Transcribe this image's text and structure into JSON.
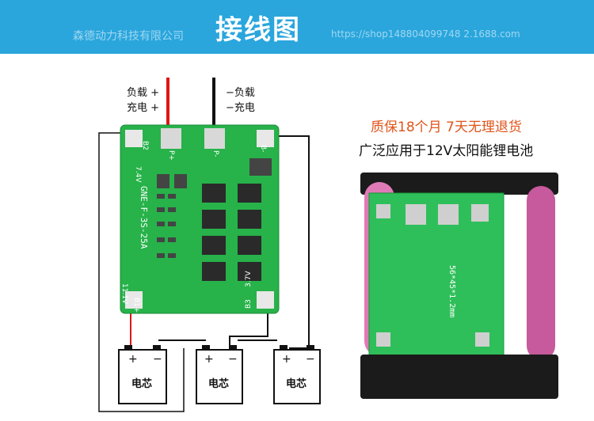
{
  "banner": {
    "company": "森德动力科技有限公司",
    "title": "接线图",
    "url": "https://shop148804099748 2.1688.com"
  },
  "wiring": {
    "pos_load": "负载 +",
    "pos_charge": "充电 +",
    "neg_load": "−负载",
    "neg_charge": "−充电",
    "cell_label": "电芯"
  },
  "pcb_silkscreen": {
    "model": "GNE-F-3S-25A",
    "b2": "B2",
    "b3": "B3",
    "b1": "B1+",
    "bminus": "B-",
    "pplus": "P+",
    "pminus": "P-",
    "v74": "7.4V",
    "v111": "11.1V",
    "v37": "3.7V"
  },
  "product": {
    "promo": "质保18个月  7天无理退货",
    "use": "广泛应用于12V太阳能锂电池",
    "board_text": "56*45*1.2mm",
    "cell_color": "#e07ab6"
  },
  "colors": {
    "banner": "#2aa6dd",
    "pcb": "#27b24a",
    "red_wire": "#e01515"
  }
}
